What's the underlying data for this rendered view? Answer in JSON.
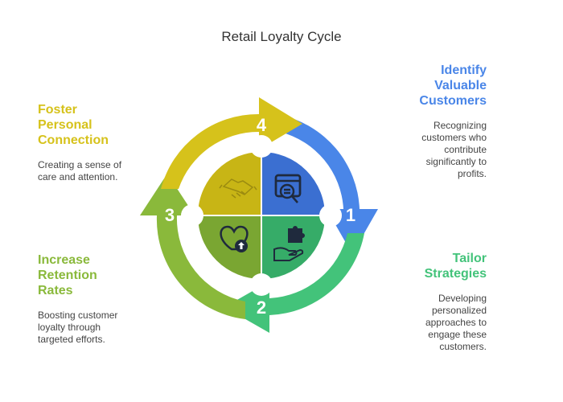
{
  "title": "Retail Loyalty Cycle",
  "colors": {
    "blue": "#4a86e8",
    "green": "#43c37a",
    "lime": "#8ab93b",
    "yellow": "#d6c21b"
  },
  "steps": [
    {
      "number": "1",
      "heading": "Identify\nValuable\nCustomers",
      "description": "Recognizing\ncustomers who\ncontribute\nsignificantly to\nprofits."
    },
    {
      "number": "2",
      "heading": "Tailor\nStrategies",
      "description": "Developing\npersonalized\napproaches to\nengage these\ncustomers."
    },
    {
      "number": "3",
      "heading": "Increase\nRetention\nRates",
      "description": "Boosting customer\nloyalty through\ntargeted efforts."
    },
    {
      "number": "4",
      "heading": "Foster\nPersonal\nConnection",
      "description": "Creating a sense of\ncare and attention."
    }
  ],
  "icons": {
    "q1": "customer-search-icon",
    "q2": "hand-puzzle-icon",
    "q3": "heart-upload-icon",
    "q4": "handshake-icon"
  }
}
